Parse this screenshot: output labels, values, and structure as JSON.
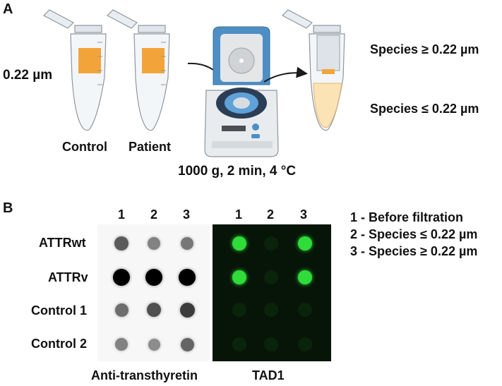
{
  "panelA": {
    "letter": "A",
    "filter_label": "0.22 µm",
    "tube_labels": [
      "Control",
      "Patient"
    ],
    "centrifuge_label": "1000 g, 2 min, 4 °C",
    "species_upper": "Species ≥ 0.22 µm",
    "species_lower": "Species ≤ 0.22 µm"
  },
  "panelB": {
    "letter": "B",
    "lane_numbers": [
      "1",
      "2",
      "3"
    ],
    "row_labels": [
      "ATTRwt",
      "ATTRv",
      "Control 1",
      "Control 2"
    ],
    "blot_left_label": "Anti-transthyretin",
    "blot_right_label": "TAD1",
    "legend": [
      "1 - Before filtration",
      "2 - Species ≤ 0.22 µm",
      "3 - Species ≥ 0.22 µm"
    ],
    "anti_ttr_intensity": [
      [
        0.55,
        0.35,
        0.4
      ],
      [
        1.0,
        1.0,
        1.0
      ],
      [
        0.45,
        0.6,
        0.7
      ],
      [
        0.35,
        0.3,
        0.5
      ]
    ],
    "tad1_intensity": [
      [
        1.0,
        0.0,
        1.0
      ],
      [
        1.0,
        0.0,
        1.0
      ],
      [
        0.05,
        0.05,
        0.05
      ],
      [
        0.05,
        0.05,
        0.05
      ]
    ]
  },
  "colors": {
    "filter_orange": "#f2a43a",
    "cap_gray": "#d6dde3",
    "centrifuge_blue": "#4d8fc4",
    "tad1_green": "#2fdc3a"
  }
}
